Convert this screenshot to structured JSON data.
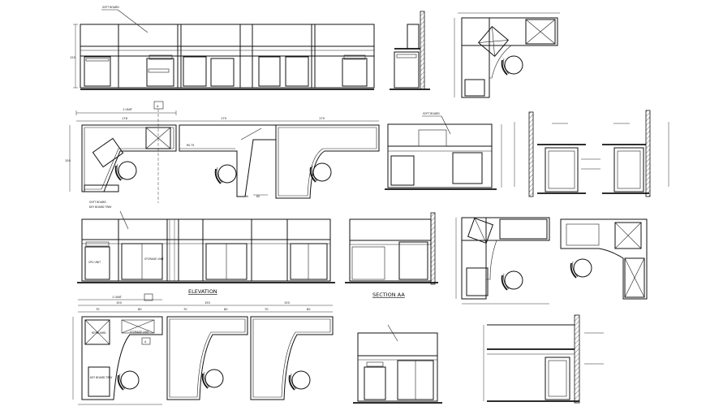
{
  "captions": {
    "elevation": "ELEVATION",
    "section": "SECTION AA"
  },
  "unit_labels": {
    "top_plan": "1 UNIT",
    "bottom_plan": "1 UNIT"
  },
  "section_markers": {
    "a": "A"
  },
  "component_labels": {
    "soft_board": "SOFT BOARD",
    "cpu_unit": "CPU UNIT",
    "storage_unit": "STORAGE UNIT",
    "key_board_tray": "KEY BOARD TRAY",
    "keyboard": "KEYBOARD"
  },
  "dimensions": {
    "top_plan": [
      "178",
      "179",
      "179"
    ],
    "bottom_plan_total": [
      "150",
      "150",
      "150"
    ],
    "bottom_plan_parts": [
      "70",
      "80",
      "70",
      "80",
      "70",
      "80"
    ],
    "left_height": "150",
    "elevation_height": "120",
    "diag": "R0.75",
    "small": [
      "30",
      "60"
    ]
  }
}
